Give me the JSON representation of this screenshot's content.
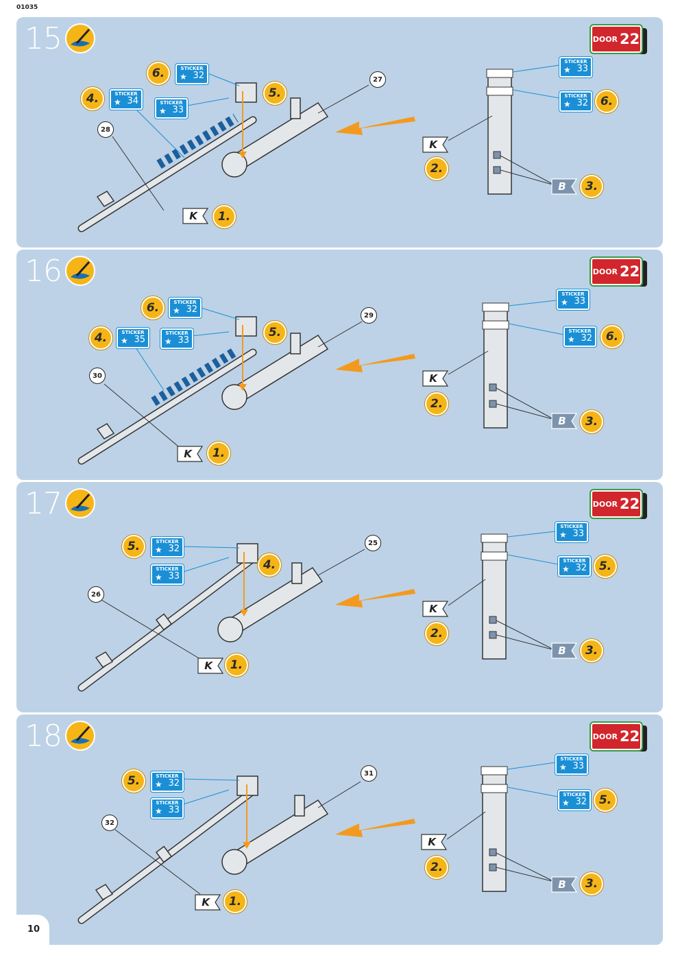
{
  "header": {
    "code": "01035"
  },
  "page": {
    "number": "10"
  },
  "panels": [
    {
      "step": "15",
      "door": {
        "word": "DOOR",
        "number": "22"
      },
      "left": {
        "badges": [
          {
            "label": "6."
          },
          {
            "label": "4."
          },
          {
            "label": "5."
          },
          {
            "label": "1."
          }
        ],
        "stickers": [
          {
            "title": "STICKER",
            "value": "32"
          },
          {
            "title": "STICKER",
            "value": "34"
          },
          {
            "title": "STICKER",
            "value": "33"
          }
        ],
        "callouts": [
          {
            "label": "28"
          },
          {
            "label": "27"
          }
        ],
        "flag": "K"
      },
      "right": {
        "stickers": [
          {
            "title": "STICKER",
            "value": "33"
          },
          {
            "title": "STICKER",
            "value": "32"
          }
        ],
        "badges": [
          {
            "label": "6."
          },
          {
            "label": "2."
          },
          {
            "label": "3."
          }
        ],
        "flags": [
          "K",
          "B"
        ]
      }
    },
    {
      "step": "16",
      "door": {
        "word": "DOOR",
        "number": "22"
      },
      "left": {
        "badges": [
          {
            "label": "6."
          },
          {
            "label": "4."
          },
          {
            "label": "5."
          },
          {
            "label": "1."
          }
        ],
        "stickers": [
          {
            "title": "STICKER",
            "value": "32"
          },
          {
            "title": "STICKER",
            "value": "35"
          },
          {
            "title": "STICKER",
            "value": "33"
          }
        ],
        "callouts": [
          {
            "label": "30"
          },
          {
            "label": "29"
          }
        ],
        "flag": "K"
      },
      "right": {
        "stickers": [
          {
            "title": "STICKER",
            "value": "33"
          },
          {
            "title": "STICKER",
            "value": "32"
          }
        ],
        "badges": [
          {
            "label": "6."
          },
          {
            "label": "2."
          },
          {
            "label": "3."
          }
        ],
        "flags": [
          "K",
          "B"
        ]
      }
    },
    {
      "step": "17",
      "door": {
        "word": "DOOR",
        "number": "22"
      },
      "left": {
        "badges": [
          {
            "label": "5."
          },
          {
            "label": "4."
          },
          {
            "label": "1."
          }
        ],
        "stickers": [
          {
            "title": "STICKER",
            "value": "32"
          },
          {
            "title": "STICKER",
            "value": "33"
          }
        ],
        "callouts": [
          {
            "label": "26"
          },
          {
            "label": "25"
          }
        ],
        "flag": "K"
      },
      "right": {
        "stickers": [
          {
            "title": "STICKER",
            "value": "33"
          },
          {
            "title": "STICKER",
            "value": "32"
          }
        ],
        "badges": [
          {
            "label": "5."
          },
          {
            "label": "2."
          },
          {
            "label": "3."
          }
        ],
        "flags": [
          "K",
          "B"
        ]
      }
    },
    {
      "step": "18",
      "door": {
        "word": "DOOR",
        "number": "22"
      },
      "left": {
        "badges": [
          {
            "label": "5."
          },
          {
            "label": "1."
          }
        ],
        "stickers": [
          {
            "title": "STICKER",
            "value": "32"
          },
          {
            "title": "STICKER",
            "value": "33"
          }
        ],
        "callouts": [
          {
            "label": "32"
          },
          {
            "label": "31"
          }
        ],
        "flag": "K"
      },
      "right": {
        "stickers": [
          {
            "title": "STICKER",
            "value": "33"
          },
          {
            "title": "STICKER",
            "value": "32"
          }
        ],
        "badges": [
          {
            "label": "5."
          },
          {
            "label": "2."
          },
          {
            "label": "3."
          }
        ],
        "flags": [
          "K",
          "B"
        ]
      }
    }
  ],
  "colors": {
    "panel": "#bdd2e6",
    "sticker": "#1a8fd6",
    "badge": "#f5b517",
    "arrow": "#f39a1e",
    "door": "#d2262d"
  }
}
